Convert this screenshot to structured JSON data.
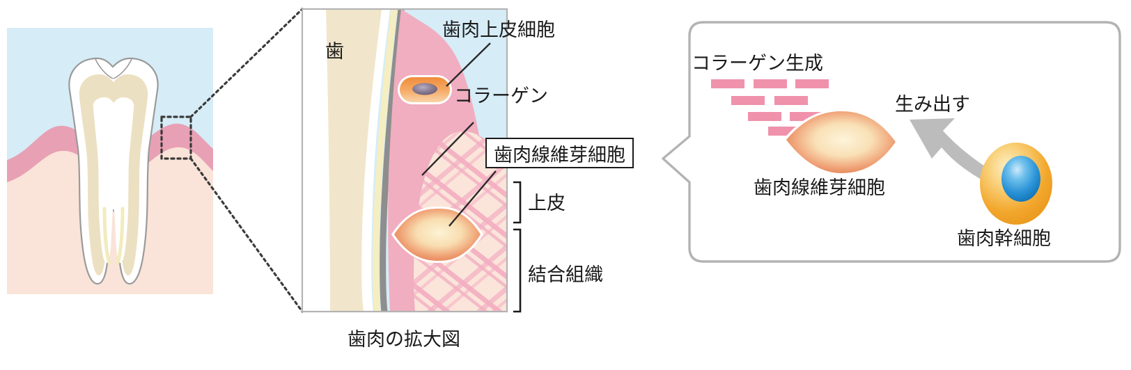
{
  "figure": {
    "title_caption": "歯肉の拡大図",
    "language": "ja"
  },
  "panel_tooth": {
    "name": "tooth-cross-section",
    "background_color": "#d6ecf7",
    "gum_color": "#e8a0b4",
    "bone_color": "#fae3d8",
    "enamel_color": "#ffffff",
    "dentin_color": "#ece0c2",
    "pulp_color": "#ffffff",
    "outline_color": "#9a9a9a",
    "callout_box_style": "dotted"
  },
  "panel_magnified": {
    "name": "gum-magnified-view",
    "caption": "歯肉の拡大図",
    "background_color": "#d6ecf7",
    "border_color": "#b3b3b3",
    "labels": {
      "tooth": "歯",
      "epithelial_cell": "歯肉上皮細胞",
      "collagen": "コラーゲン",
      "fibroblast_box": "歯肉線維芽細胞",
      "bracket_epithelium": "上皮",
      "bracket_connective": "結合組織"
    },
    "colors": {
      "enamel": "#f1e6cb",
      "dentin_band": "#f7f0da",
      "cementum_line": "#8e8e8e",
      "gum_epithelium": "#f0aec0",
      "connective_bg": "#fbe5da",
      "collagen_fiber": "#f0a9be"
    }
  },
  "panel_bubble": {
    "name": "process-callout-bubble",
    "border_color": "#b3b3b3",
    "fill_color": "#ffffff",
    "labels": {
      "collagen_production": "コラーゲン生成",
      "produces": "生み出す",
      "fibroblast": "歯肉線維芽細胞",
      "stem_cell": "歯肉幹細胞"
    },
    "collagen_bricks": {
      "color": "#f092ab",
      "count": 9,
      "rows": 4
    },
    "arrow": {
      "name": "produces-arrow",
      "color": "#bcbcbc",
      "direction": "right-to-left"
    },
    "fibroblast_cell": {
      "edge_color": "#e8845c",
      "center_color": "#faeec8"
    },
    "stem_cell": {
      "cytoplasm_color": "#f0a82a",
      "nucleus_color": "#2596d8"
    }
  },
  "connectors": {
    "dotted_line_color": "#3a3a3a",
    "leader_line_color": "#2a2a2a"
  }
}
